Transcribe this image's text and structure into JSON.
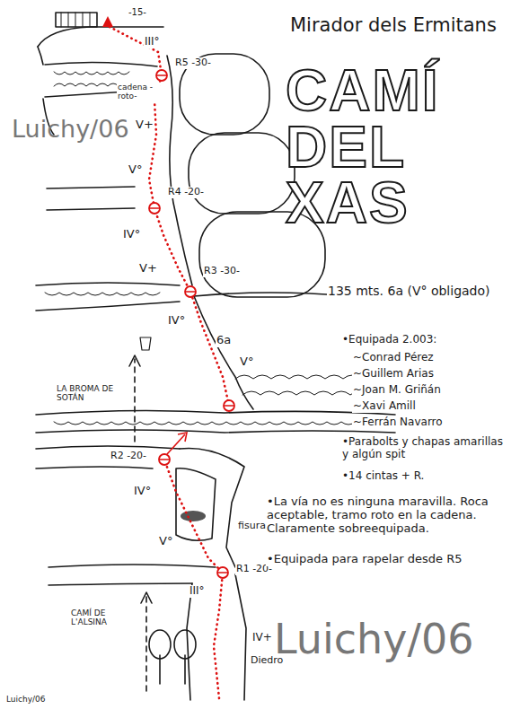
{
  "diagram": {
    "title": "CAMÍ DEL XAS",
    "labels": [
      "Mirador dels Ermitans",
      "-15-",
      "III°",
      "R5 -30-",
      "cadena -roto-",
      "Luichy/06",
      "V+",
      "V°",
      "R4 -20-",
      "IV°",
      "V+",
      "R3 -30-",
      "IV°",
      "6a",
      "V°",
      "LA BROMA DE SOTÁN",
      "R2 -20-",
      "IV°",
      "V°",
      "fisura",
      "R1 -20-",
      "III°",
      "CAMÍ DE L'ALSINA",
      "IV+",
      "Diedro",
      "Luichy/06",
      "Luichy/06",
      "135 mts. 6a (V° obligado)",
      "•Equipada 2.003:",
      "~Conrad Pérez",
      "~Guillem Arias",
      "~Joan M. Griñán",
      "~Xavi Amill",
      "~Ferrán Navarro",
      "•Parabolts y chapas amarillas y algún spit",
      "•14 cintas + R.",
      "•La vía no es ninguna maravilla. Roca aceptable, tramo roto en la cadena. Claramente sobreequipada.",
      "•Equipada para rapelar desde R5"
    ]
  }
}
